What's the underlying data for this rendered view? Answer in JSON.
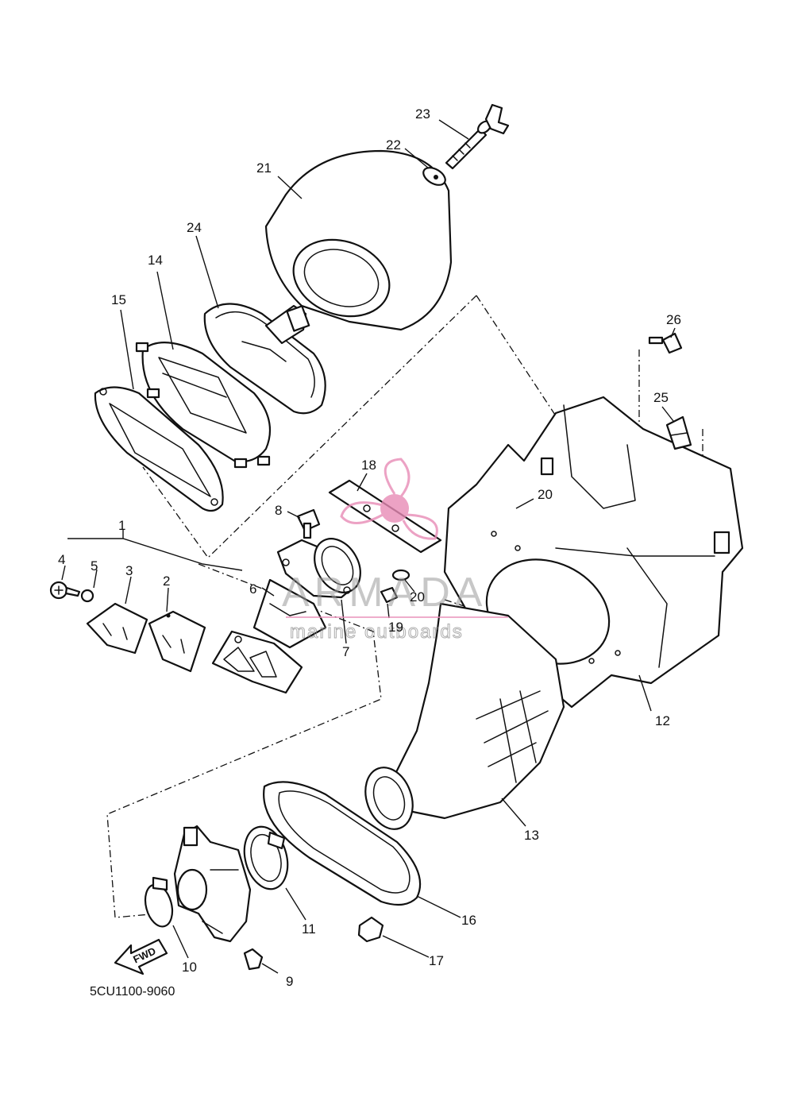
{
  "diagram_code": "5CU1100-9060",
  "fwd_label": "FWD",
  "watermark": {
    "brand": "ARMADA",
    "tagline": "marine outboards",
    "accent_color": "#e88bb6"
  },
  "callouts": [
    "1",
    "2",
    "3",
    "4",
    "5",
    "6",
    "7",
    "8",
    "9",
    "10",
    "11",
    "12",
    "13",
    "14",
    "15",
    "16",
    "17",
    "18",
    "19",
    "20",
    "20",
    "21",
    "22",
    "23",
    "24",
    "25",
    "26"
  ]
}
